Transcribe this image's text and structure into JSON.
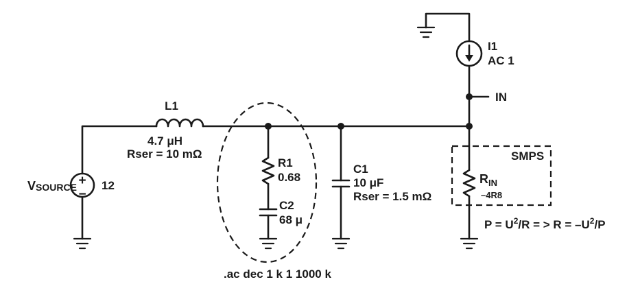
{
  "source": {
    "label_main": "V",
    "label_sub": "SOURCE",
    "value": "12",
    "plus_sign": "+",
    "minus_sign": "−"
  },
  "inductor": {
    "name": "L1",
    "value": "4.7 μH",
    "rser": "Rser = 10 mΩ"
  },
  "r1": {
    "name": "R1",
    "value": "0.68"
  },
  "c2": {
    "name": "C2",
    "value": "68 μ"
  },
  "c1": {
    "name": "C1",
    "value": "10 μF",
    "rser": "Rser = 1.5 mΩ"
  },
  "current_source": {
    "name": "I1",
    "value": "AC 1"
  },
  "net_label": "IN",
  "smps": {
    "title": "SMPS",
    "r_main": "R",
    "r_sub": "IN",
    "r_value": "–4R8"
  },
  "formula": {
    "p1": "P = U",
    "sup1": "2",
    "p2": "/R = > R = –U",
    "sup2": "2",
    "p3": "/P"
  },
  "directive": ".ac dec 1 k 1 1000 k"
}
